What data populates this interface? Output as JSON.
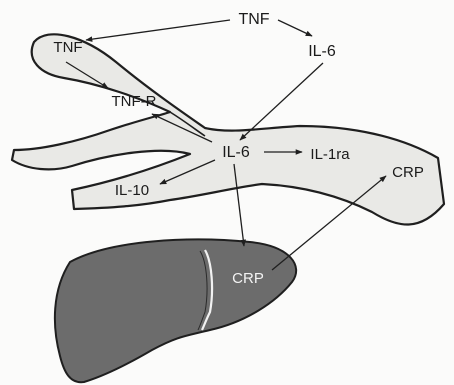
{
  "labels": {
    "tnf_top": "TNF",
    "tnf_vessel": "TNF",
    "il6_top": "IL-6",
    "tnf_r": "TNF-R",
    "il6_center": "IL-6",
    "il1ra": "IL-1ra",
    "il10": "IL-10",
    "crp_right": "CRP",
    "crp_liver": "CRP"
  },
  "colors": {
    "vessel_fill": "#e9e9e6",
    "outline": "#1f1f1f",
    "liver_fill": "#6c6c6c",
    "arrow": "#1f1f1f"
  }
}
